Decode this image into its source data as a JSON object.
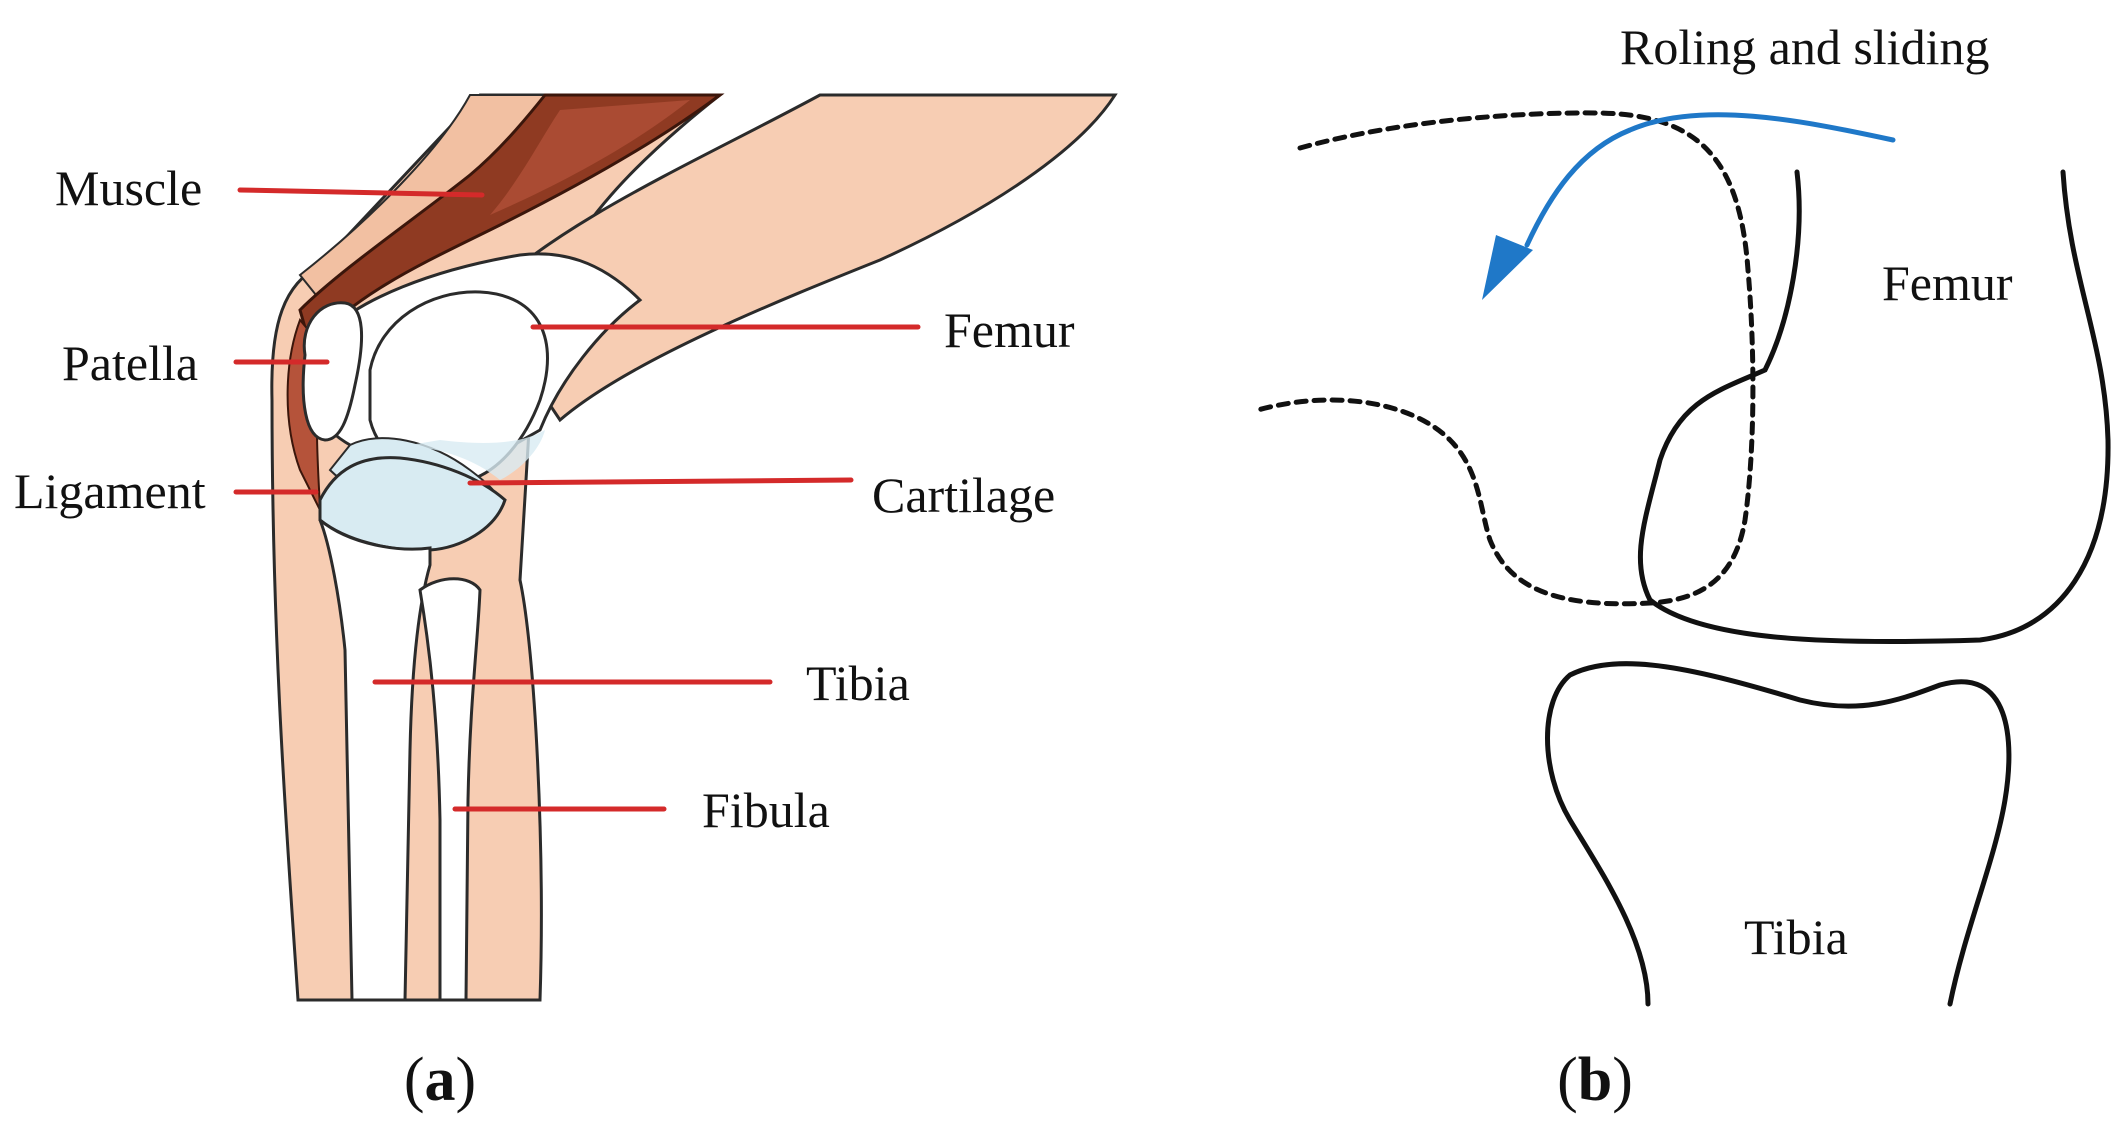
{
  "panel_a": {
    "labels": {
      "muscle": "Muscle",
      "patella": "Patella",
      "ligament": "Ligament",
      "femur": "Femur",
      "cartilage": "Cartilage",
      "tibia": "Tibia",
      "fibula": "Fibula"
    },
    "caption": {
      "open": "(",
      "letter": "a",
      "close": ")"
    }
  },
  "panel_b": {
    "labels": {
      "motion": "Roling and sliding",
      "femur": "Femur",
      "tibia": "Tibia"
    },
    "caption": {
      "open": "(",
      "letter": "b",
      "close": ")"
    }
  },
  "colors": {
    "skin": "#f7cdb3",
    "muscle": "#8f3a22",
    "muscle_light": "#c05a3c",
    "cartilage": "#d8ebf2",
    "leader_line": "#d42a2a",
    "arrow": "#1f78c8",
    "outline": "#111111"
  }
}
